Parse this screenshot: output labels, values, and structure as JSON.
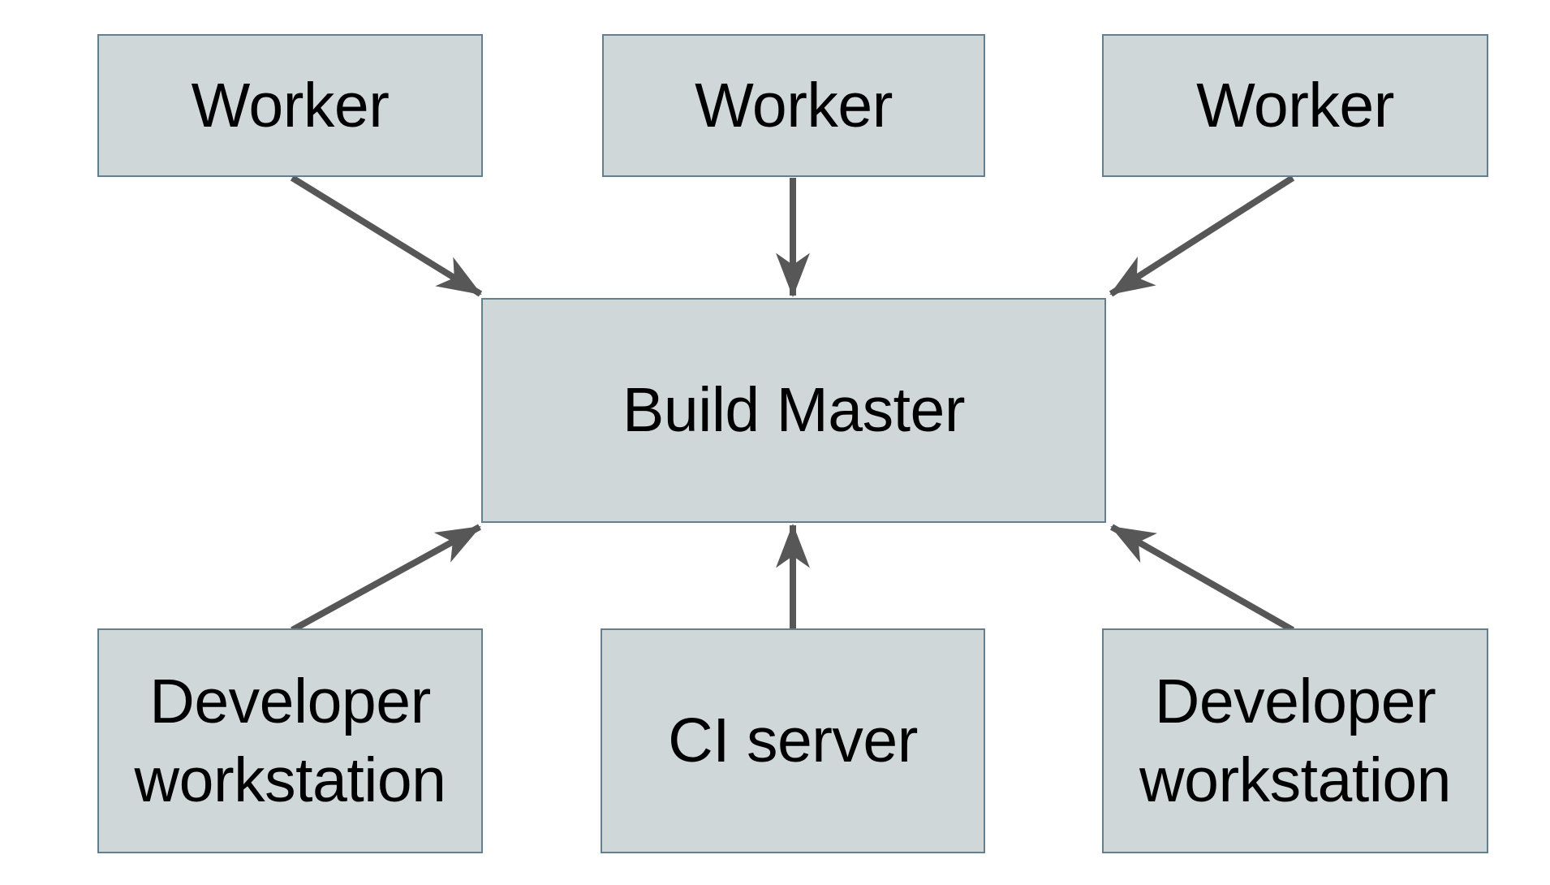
{
  "diagram": {
    "colors": {
      "background": "#ffffff",
      "node_fill": "#cfd7d9",
      "node_border": "#64808e",
      "arrow": "#575757",
      "text": "#000000"
    },
    "nodes": [
      {
        "id": "worker-left",
        "label": "Worker"
      },
      {
        "id": "worker-center",
        "label": "Worker"
      },
      {
        "id": "worker-right",
        "label": "Worker"
      },
      {
        "id": "build-master",
        "label": "Build Master"
      },
      {
        "id": "developer-workstation-left",
        "label": "Developer workstation"
      },
      {
        "id": "ci-server",
        "label": "CI server"
      },
      {
        "id": "developer-workstation-right",
        "label": "Developer workstation"
      }
    ],
    "edges": [
      {
        "from": "worker-left",
        "to": "build-master"
      },
      {
        "from": "worker-center",
        "to": "build-master"
      },
      {
        "from": "worker-right",
        "to": "build-master"
      },
      {
        "from": "developer-workstation-left",
        "to": "build-master"
      },
      {
        "from": "ci-server",
        "to": "build-master"
      },
      {
        "from": "developer-workstation-right",
        "to": "build-master"
      }
    ]
  }
}
